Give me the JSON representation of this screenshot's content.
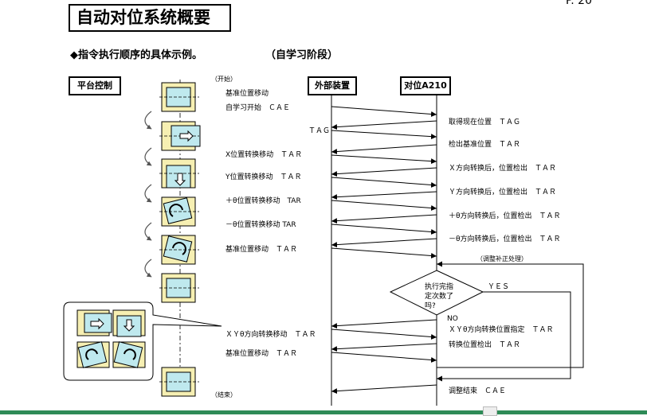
{
  "header": {
    "title": "自动对位系统概要",
    "page": "P. 20"
  },
  "subtitle": "◆指令执行顺序的具体示例。",
  "phase": "（自学习阶段）",
  "columns": {
    "platform": "平台控制",
    "external": "外部装置",
    "aligner": "对位A210"
  },
  "flow": {
    "start": "（开始）",
    "end": "（结束）"
  },
  "left_labels": {
    "l1": "基准位置移动",
    "l2": "自学习开始　ＣＡＥ",
    "l3": "ＴＡＧ",
    "l4": "X位置转换移动　ＴＡＲ",
    "l5": "Y位置转换移动　ＴＡＲ",
    "l6": "＋θ位置转换移动　TAR",
    "l7": "－θ位置转换移动 TAR",
    "l8": "基准位置移动　ＴＡＲ",
    "l9": "ＸＹθ方向转换移动　ＴＡＲ",
    "l10": "基准位置移动　ＴＡＲ"
  },
  "right_labels": {
    "r1": "取得现在位置　ＴＡＧ",
    "r2": "检出基准位置　ＴＡＲ",
    "r3": "Ｘ方向转换后，位置检出　ＴＡＲ",
    "r4": "Ｙ方向转换后，位置检出　ＴＡＲ",
    "r5": "＋θ方向转换后，位置检出　ＴＡＲ",
    "r6": "－θ方向转换后，位置检出　ＴＡＲ",
    "r7": "（调整补正处理）",
    "r8": "NO",
    "r9": "ＸＹθ方向转换位置指定　ＴＡＲ",
    "r10": "转换位置检出　ＴＡＲ",
    "r11": "调整结束　ＣＡＥ"
  },
  "decision": {
    "line1": "执行完指",
    "line2": "定次数了",
    "line3": "吗?",
    "yes": "ＹＥＳ"
  }
}
